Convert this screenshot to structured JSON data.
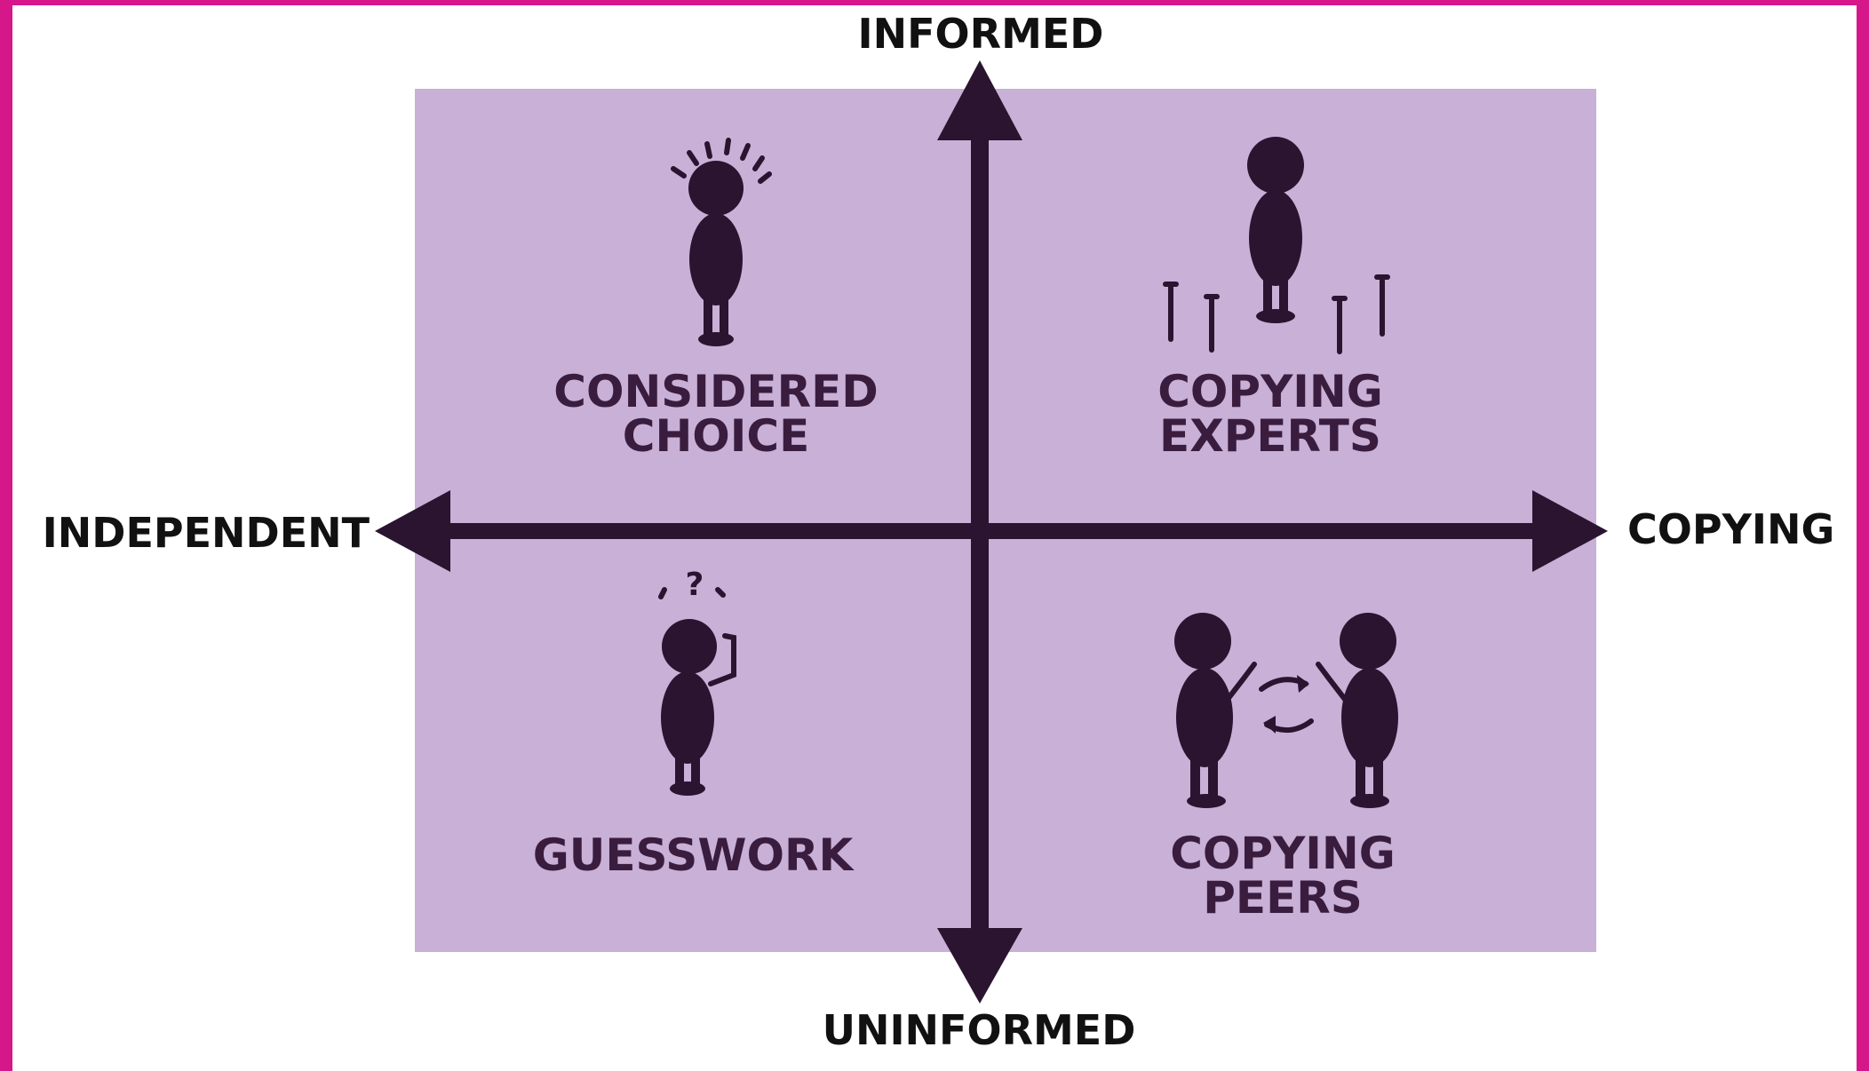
{
  "axes": {
    "top": "INFORMED",
    "bottom": "UNINFORMED",
    "left": "INDEPENDENT",
    "right": "COPYING"
  },
  "quadrants": {
    "top_left": {
      "line1": "CONSIDERED",
      "line2": "CHOICE",
      "icon": "thinking-person-icon"
    },
    "top_right": {
      "line1": "COPYING",
      "line2": "EXPERTS",
      "icon": "expert-person-icon"
    },
    "bottom_left": {
      "line1": "GUESSWORK",
      "icon": "confused-person-icon"
    },
    "bottom_right": {
      "line1": "COPYING",
      "line2": "PEERS",
      "icon": "two-peers-exchanging-icon"
    }
  },
  "colors": {
    "frame": "#d6178a",
    "panel": "#c8b0d7",
    "ink": "#2a1430",
    "label_text": "#3a1d3e",
    "axis_text": "#111111"
  }
}
